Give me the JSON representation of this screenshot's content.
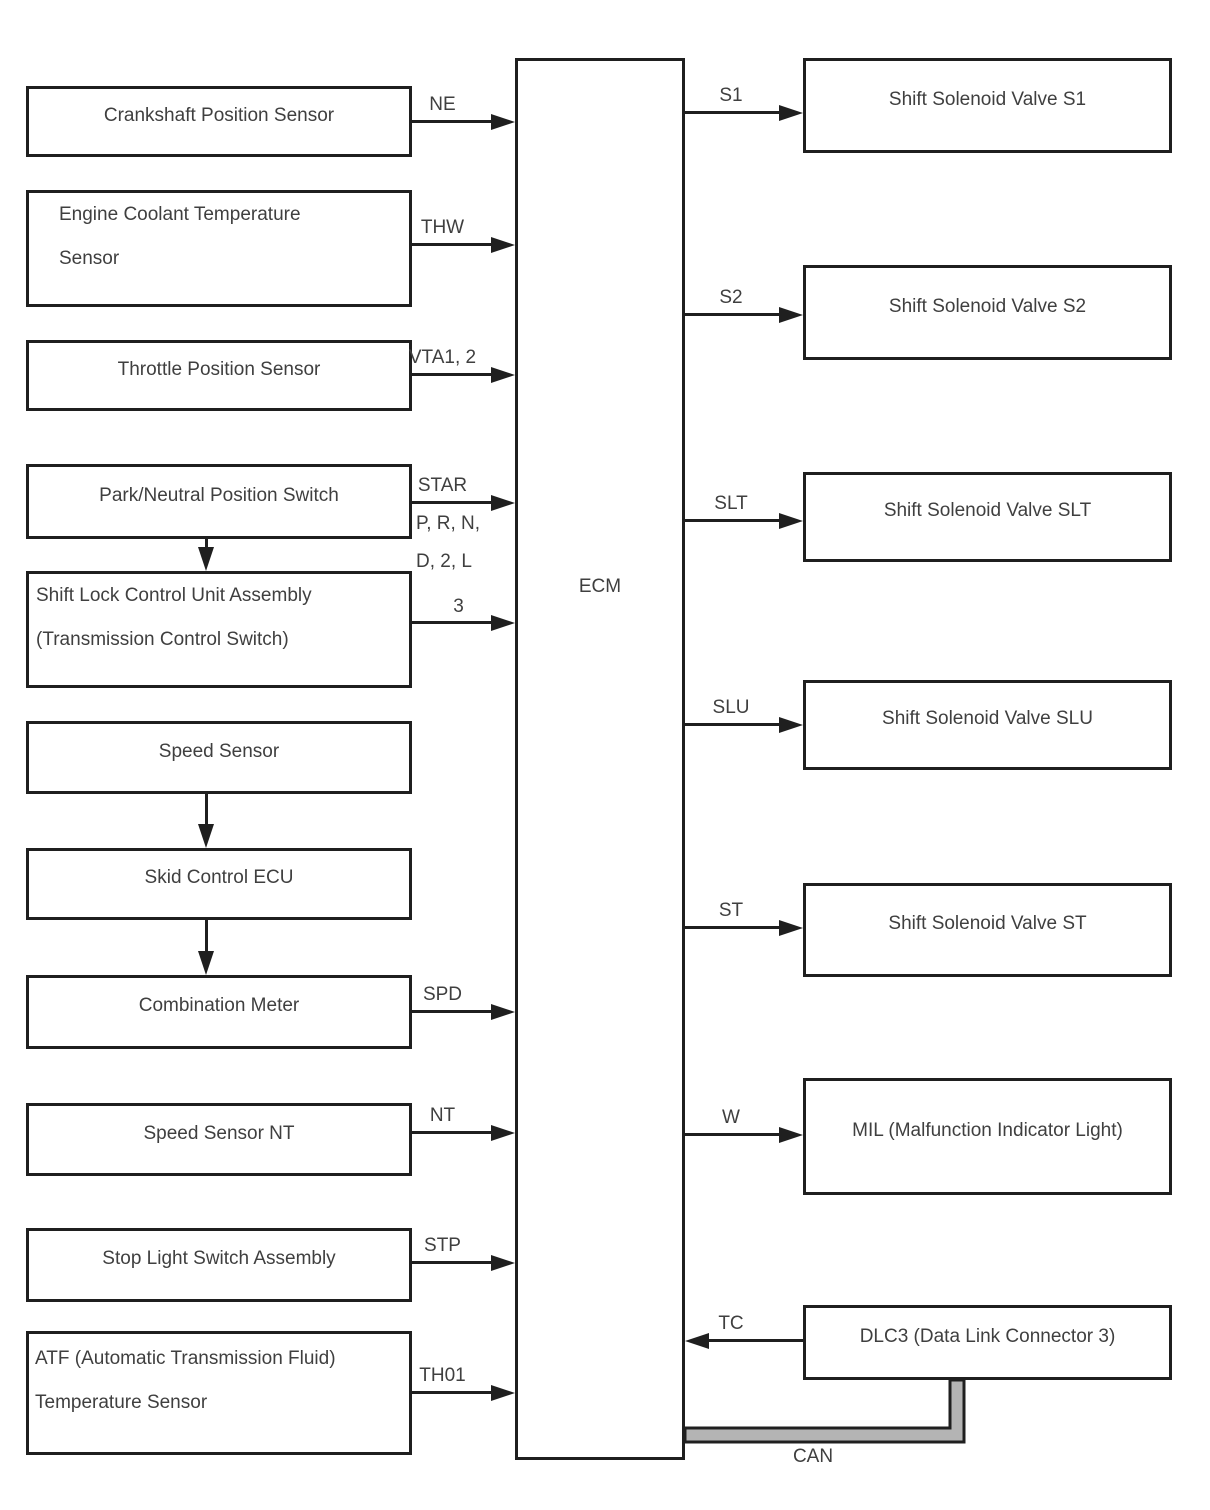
{
  "diagram": {
    "ecm": {
      "label": "ECM"
    },
    "inputs": [
      {
        "name": "crankshaft-position-sensor",
        "lines": [
          "Crankshaft Position Sensor"
        ],
        "signal": "NE"
      },
      {
        "name": "engine-coolant-temperature-sensor",
        "lines": [
          "Engine Coolant Temperature",
          "Sensor"
        ],
        "signal": "THW"
      },
      {
        "name": "throttle-position-sensor",
        "lines": [
          "Throttle Position Sensor"
        ],
        "signal": "VTA1, 2"
      },
      {
        "name": "park-neutral-position-switch",
        "lines": [
          "Park/Neutral Position Switch"
        ],
        "signal": "STAR"
      },
      {
        "name": "shift-lock-control-unit-assembly",
        "lines": [
          "Shift Lock Control Unit Assembly",
          "(Transmission Control Switch)"
        ],
        "signal_lines": [
          "P, R, N,",
          "D, 2, L",
          "3"
        ]
      },
      {
        "name": "speed-sensor",
        "lines": [
          "Speed Sensor"
        ]
      },
      {
        "name": "skid-control-ecu",
        "lines": [
          "Skid Control ECU"
        ]
      },
      {
        "name": "combination-meter",
        "lines": [
          "Combination Meter"
        ],
        "signal": "SPD"
      },
      {
        "name": "speed-sensor-nt",
        "lines": [
          "Speed Sensor NT"
        ],
        "signal": "NT"
      },
      {
        "name": "stop-light-switch-assembly",
        "lines": [
          "Stop Light Switch Assembly"
        ],
        "signal": "STP"
      },
      {
        "name": "atf-temperature-sensor",
        "lines": [
          "ATF (Automatic Transmission Fluid)",
          "Temperature Sensor"
        ],
        "signal": "TH01"
      }
    ],
    "outputs": [
      {
        "name": "shift-solenoid-valve-s1",
        "lines": [
          "Shift Solenoid Valve S1"
        ],
        "signal": "S1"
      },
      {
        "name": "shift-solenoid-valve-s2",
        "lines": [
          "Shift Solenoid Valve S2"
        ],
        "signal": "S2"
      },
      {
        "name": "shift-solenoid-valve-slt",
        "lines": [
          "Shift Solenoid Valve SLT"
        ],
        "signal": "SLT"
      },
      {
        "name": "shift-solenoid-valve-slu",
        "lines": [
          "Shift Solenoid Valve SLU"
        ],
        "signal": "SLU"
      },
      {
        "name": "shift-solenoid-valve-st",
        "lines": [
          "Shift Solenoid Valve ST"
        ],
        "signal": "ST"
      },
      {
        "name": "mil-malfunction-indicator-light",
        "lines": [
          "MIL (Malfunction Indicator Light)"
        ],
        "signal": "W"
      },
      {
        "name": "dlc3-data-link-connector",
        "lines": [
          "DLC3 (Data Link Connector 3)"
        ],
        "signal": "TC",
        "bus_label": "CAN"
      }
    ],
    "colors": {
      "line": "#1f1f1f",
      "text": "#3f3f3f",
      "bus_fill": "#b4b4b4",
      "background": "#ffffff"
    }
  }
}
